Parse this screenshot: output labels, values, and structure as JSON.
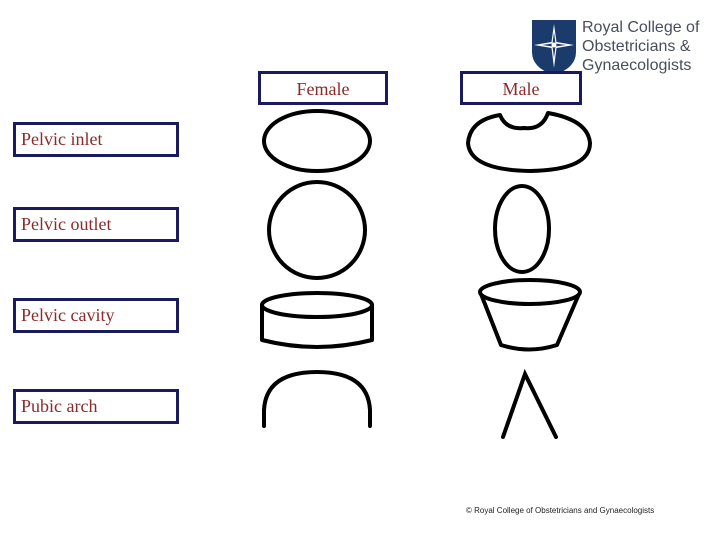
{
  "logo": {
    "name_lines": [
      "Royal College of",
      "Obstetricians &",
      "Gynaecologists"
    ],
    "colors": {
      "shield": "#1a3b6b",
      "text": "#4a4e5c"
    },
    "icon": "compass-star-shield-icon"
  },
  "columns": {
    "female": "Female",
    "male": "Male"
  },
  "rows": {
    "inlet": "Pelvic inlet",
    "outlet": "Pelvic outlet",
    "cavity": "Pelvic cavity",
    "arch": "Pubic arch"
  },
  "footer": {
    "copyright": "© Royal College of Obstetricians and Gynaecologists"
  },
  "colors": {
    "border": "#1a1a5e",
    "label_text": "#8b2a2a",
    "shape_stroke": "#000000"
  }
}
